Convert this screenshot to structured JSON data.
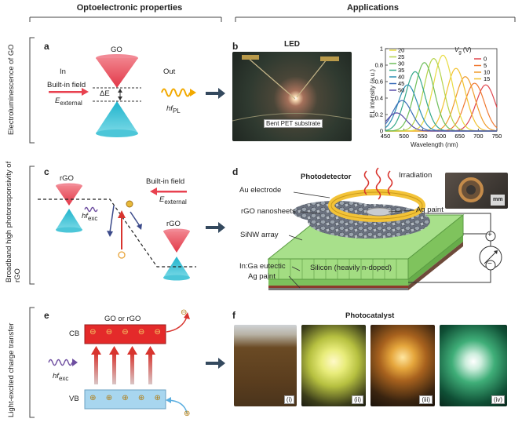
{
  "headers": {
    "left": "Optoelectronic properties",
    "right": "Applications"
  },
  "rows": {
    "row1": "Electroluminescence of GO",
    "row2": "Broadband high photoresponsivity of rGO",
    "row3": "Light-excited charge transfer"
  },
  "panel_a": {
    "letter": "a",
    "go": "GO",
    "in": "In",
    "builtin": "Built-in field",
    "e_main": "E",
    "e_sub": "external",
    "out": "Out",
    "delta": "ΔE",
    "hf": "hf",
    "hf_sub": "PL"
  },
  "panel_b": {
    "letter": "b",
    "led": "LED",
    "substrate": "Bent PET substrate"
  },
  "panel_c": {
    "letter": "c",
    "rgo1": "rGO",
    "rgo2": "rGO",
    "builtin": "Built-in field",
    "e_main": "E",
    "e_sub": "external",
    "hf": "hf",
    "hf_sub": "exc"
  },
  "panel_d": {
    "letter": "d",
    "title": "Photodetector",
    "irradiation": "Irradiation",
    "au": "Au electrode",
    "rgo": "rGO nanosheets",
    "siw": "SiNW array",
    "inga": "In:Ga eutectic",
    "agbottom": "Ag paint",
    "agtop": "Ag paint",
    "silicon": "Silicon (heavily n-doped)",
    "scale": "mm",
    "plus": "+",
    "minus": "−"
  },
  "panel_e": {
    "letter": "e",
    "title": "GO or rGO",
    "cb": "CB",
    "vb": "VB",
    "hf": "hf",
    "hf_sub": "exc",
    "minus": "⊖",
    "plus": "⊕"
  },
  "panel_f": {
    "letter": "f",
    "title": "Photocatalyst",
    "tags": [
      "(i)",
      "(ii)",
      "(iii)",
      "(iv)"
    ]
  },
  "chart_data": {
    "type": "line",
    "xlabel": "Wavelength (nm)",
    "ylabel": "EL intensity (a.u.)",
    "xlim": [
      450,
      750
    ],
    "ylim": [
      0,
      1
    ],
    "xticks": [
      450,
      500,
      550,
      600,
      650,
      700,
      750
    ],
    "yticks": [
      0,
      0.2,
      0.4,
      0.6,
      0.8,
      1.0
    ],
    "legend_title": "V",
    "legend_title_sub": "g",
    "legend_title_unit": " (V)",
    "series": [
      {
        "name": "0",
        "color": "#e0454d",
        "peak": 720,
        "height": 0.56
      },
      {
        "name": "5",
        "color": "#f07a32",
        "peak": 690,
        "height": 0.58
      },
      {
        "name": "10",
        "color": "#ef9b2a",
        "peak": 665,
        "height": 0.66
      },
      {
        "name": "15",
        "color": "#f2c230",
        "peak": 640,
        "height": 0.76
      },
      {
        "name": "20",
        "color": "#e8dc43",
        "peak": 605,
        "height": 0.92
      },
      {
        "name": "25",
        "color": "#b4d34a",
        "peak": 580,
        "height": 0.88
      },
      {
        "name": "30",
        "color": "#6fbf5a",
        "peak": 555,
        "height": 0.83
      },
      {
        "name": "35",
        "color": "#35a98a",
        "peak": 530,
        "height": 0.72
      },
      {
        "name": "40",
        "color": "#2c8fb3",
        "peak": 510,
        "height": 0.56
      },
      {
        "name": "45",
        "color": "#3c6eb8",
        "peak": 495,
        "height": 0.37
      },
      {
        "name": "50",
        "color": "#5a4fa8",
        "peak": 480,
        "height": 0.22
      }
    ]
  },
  "colors": {
    "red": "#e8414f",
    "cyan": "#33c3d8",
    "band_cb": "#e42a2a",
    "band_vb": "#a8d6ef",
    "gold": "#f2a900"
  }
}
